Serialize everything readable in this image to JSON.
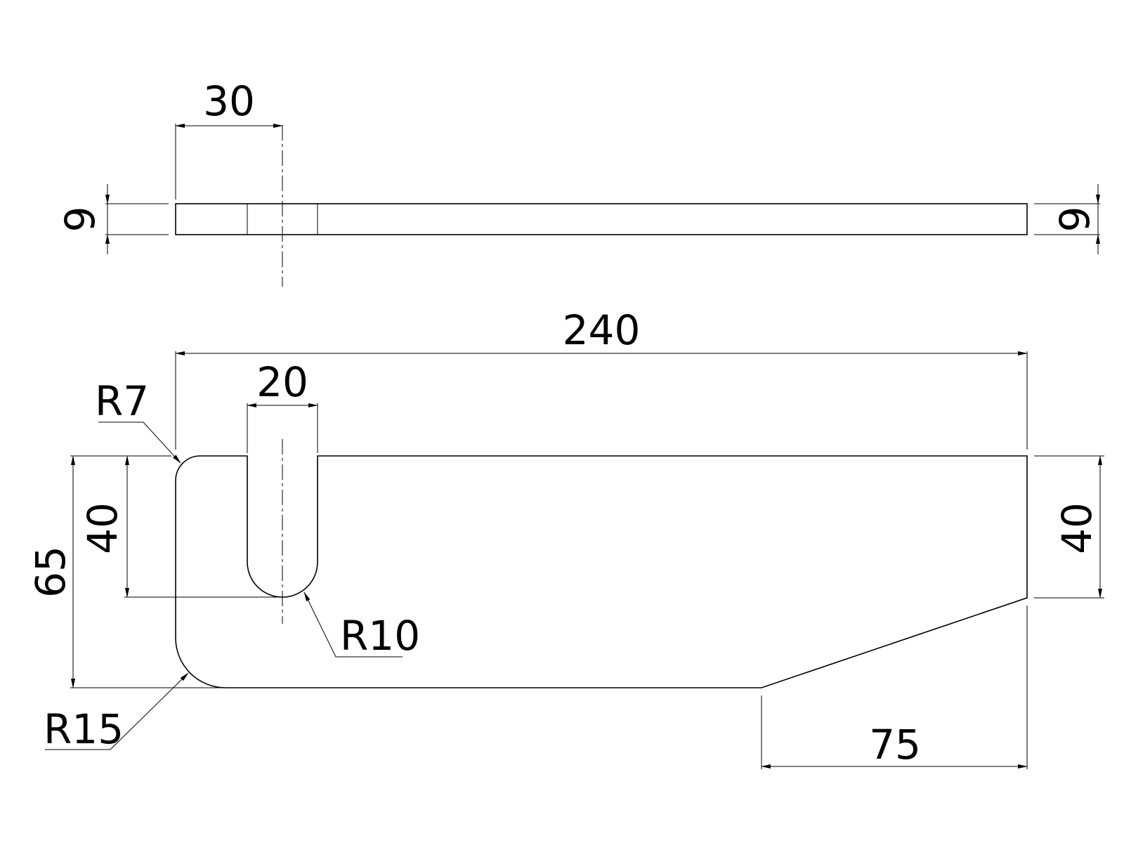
{
  "drawing": {
    "title": "Slotted plate - top and side views",
    "top_view": {
      "dim_slot_offset": "30",
      "dim_thickness_left": "9",
      "dim_thickness_right": "9"
    },
    "main_view": {
      "dim_overall_length": "240",
      "dim_slot_width": "20",
      "dim_slot_depth": "40",
      "dim_overall_height": "65",
      "dim_right_edge_height": "40",
      "dim_chamfer_length": "75",
      "radius_top_left": "R7",
      "radius_slot": "R10",
      "radius_bottom_left": "R15"
    },
    "line_color": "#000000",
    "background_color": "#ffffff"
  }
}
